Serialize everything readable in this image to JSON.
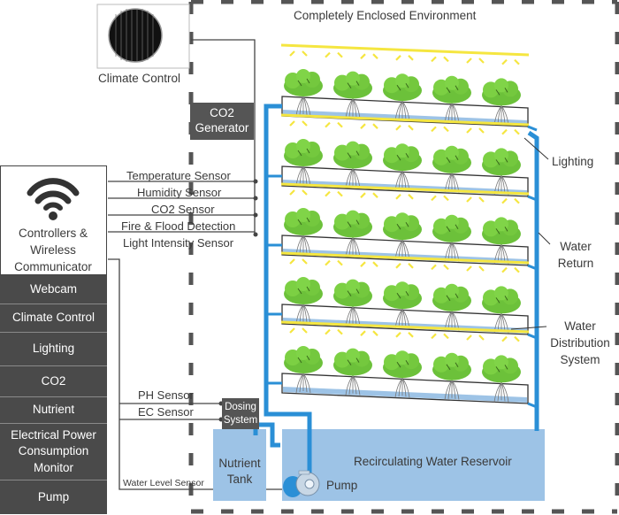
{
  "title": "Completely Enclosed Environment",
  "outside_unit": {
    "label": "Climate Control",
    "icon": "fan-unit-icon"
  },
  "co2_generator": {
    "line1": "CO2",
    "line2": "Generator"
  },
  "controller": {
    "icon": "wifi-icon",
    "line1": "Controllers &",
    "line2": "Wireless",
    "line3": "Communicator"
  },
  "sensors": [
    "Temperature Sensor",
    "Humidity Sensor",
    "CO2 Sensor",
    "Fire & Flood Detection",
    "Light Intensity Sensor"
  ],
  "control_modules": [
    {
      "label": "Webcam"
    },
    {
      "label": "Climate Control"
    },
    {
      "label": "Lighting"
    },
    {
      "label": "CO2"
    },
    {
      "label": "Nutrient"
    },
    {
      "label": "Electrical Power\nConsumption\nMonitor"
    },
    {
      "label": "Pump"
    }
  ],
  "water_sensors": {
    "ph": "PH Sensor",
    "ec": "EC Sensor",
    "level": "Water Level Sensor"
  },
  "dosing": {
    "line1": "Dosing",
    "line2": "System"
  },
  "nutrient_tank": {
    "line1": "Nutrient",
    "line2": "Tank"
  },
  "reservoir": {
    "label": "Recirculating Water Reservoir"
  },
  "pump": {
    "label": "Pump"
  },
  "callouts": {
    "lighting": "Lighting",
    "water_return_1": "Water",
    "water_return_2": "Return",
    "wds_1": "Water",
    "wds_2": "Distribution",
    "wds_3": "System"
  },
  "growing_tiers": 5,
  "plants_per_tier": 5,
  "colors": {
    "dark_panel": "#4a4a4a",
    "pipe_blue": "#2a8fd6",
    "water_blue": "#9dc3e6",
    "light_yellow": "#f5e640",
    "plant_green": "#6cc13a",
    "dashed_border": "#555555"
  }
}
